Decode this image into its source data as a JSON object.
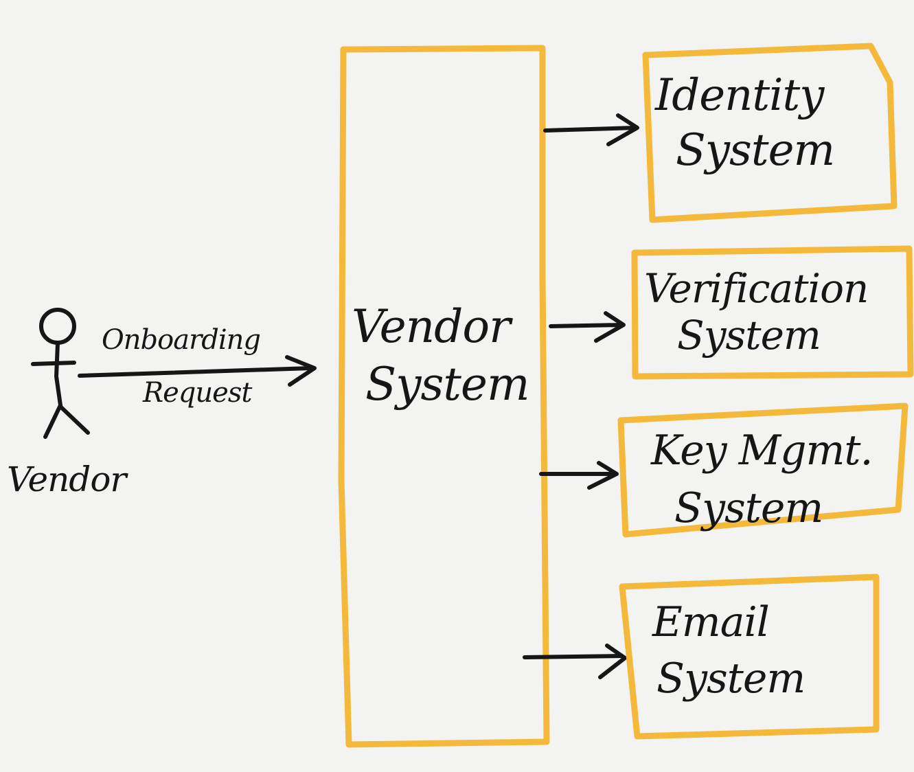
{
  "colors": {
    "background": "#f3f3f2",
    "box_stroke": "#f4b93b",
    "ink": "#161616"
  },
  "actor": {
    "icon": "stick-figure-icon",
    "label": "Vendor"
  },
  "request": {
    "line1": "Onboarding",
    "line2": "Request"
  },
  "vendor_system": {
    "line1": "Vendor",
    "line2": "System"
  },
  "systems": [
    {
      "line1": "Identity",
      "line2": "System"
    },
    {
      "line1": "Verification",
      "line2": "System"
    },
    {
      "line1": "Key Mgmt.",
      "line2": "System"
    },
    {
      "line1": "Email",
      "line2": "System"
    }
  ]
}
